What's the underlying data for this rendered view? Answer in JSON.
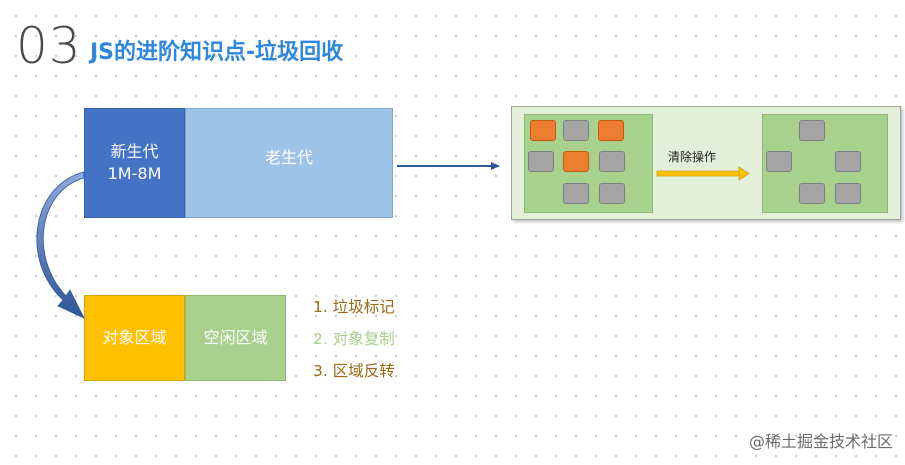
{
  "header": {
    "number": "03",
    "title": "JS的进阶知识点-垃圾回收"
  },
  "heap": {
    "young_label": "新生代",
    "young_size": "1M-8M",
    "old_label": "老生代"
  },
  "young_space": {
    "object_area": "对象区域",
    "free_area": "空闲区域"
  },
  "steps": [
    "1.  垃圾标记",
    "2.  对象复制",
    "3.  区域反转"
  ],
  "cleanup": {
    "operation_label": "清除操作"
  },
  "colors": {
    "young": "#4472c4",
    "old": "#9dc3e6",
    "object_area": "#ffc000",
    "free_area": "#a9d18e",
    "garbage_block": "#ed7d31",
    "live_block": "#a5a5a5",
    "arrow_blue": "#2f5597",
    "arrow_gold": "#ffc000",
    "title": "#2e86de"
  },
  "watermark": "@稀土掘金技术社区"
}
